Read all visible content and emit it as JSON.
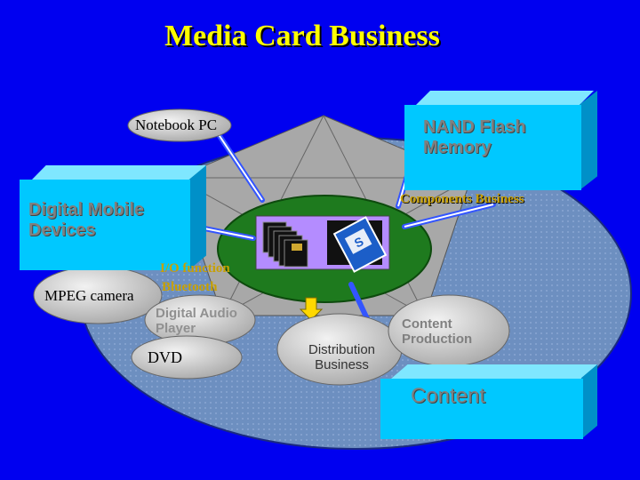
{
  "title": "Media Card Business",
  "labels": {
    "notebook_pc": "Notebook PC",
    "nand_flash": "NAND Flash Memory",
    "components_business": "Components Business",
    "digital_mobile_devices": "Digital Mobile Devices",
    "io_function": "I/O function",
    "bluetooth": "Bluetooth",
    "mpeg_camera": "MPEG camera",
    "digital_audio_player": "Digital Audio Player",
    "dvd": "DVD",
    "distribution_business": "Distribution Business",
    "content_production": "Content Production",
    "content": "Content"
  },
  "colors": {
    "background": "#0000f0",
    "title": "#ffff00",
    "box": "#00c8ff",
    "ellipse": "#6d8fc0",
    "center_oval": "#1e7a1e",
    "card_panel": "#b48cff",
    "arrow": "#ffd800",
    "connector": "#3355ff"
  },
  "icons": [
    "memory-card-stack-icon",
    "sd-card-icon",
    "down-arrow-icon"
  ]
}
